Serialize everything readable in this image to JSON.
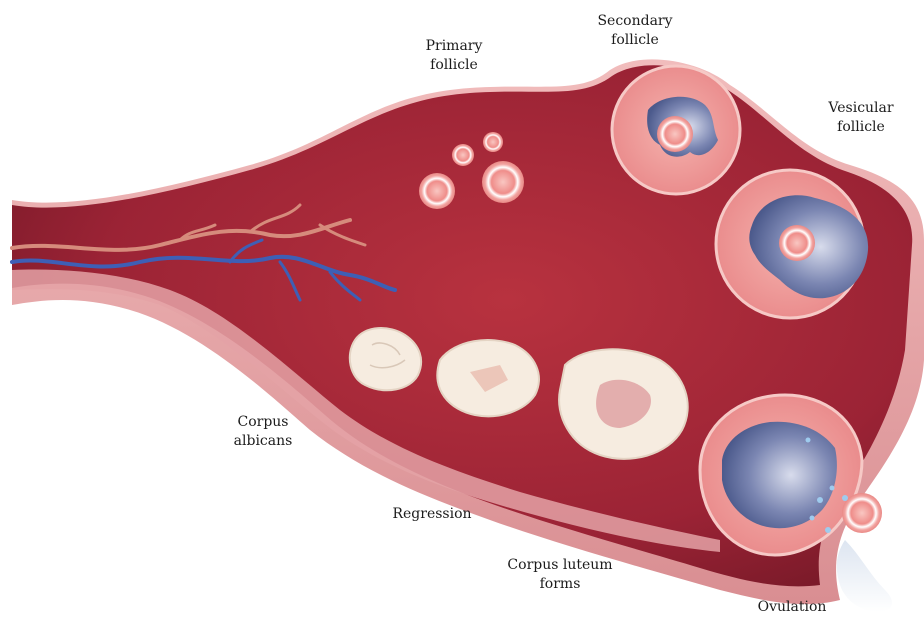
{
  "labels": {
    "primary_follicle": [
      "Primary",
      "follicle"
    ],
    "secondary_follicle": [
      "Secondary",
      "follicle"
    ],
    "vesicular_follicle": [
      "Vesicular",
      "follicle"
    ],
    "corpus_albicans": [
      "Corpus",
      "albicans"
    ],
    "regression": "Regression",
    "corpus_luteum_forms": [
      "Corpus luteum",
      "forms"
    ],
    "ovulation": "Ovulation"
  },
  "colors": {
    "ovary_body": "#a52a3c",
    "ovary_dark": "#8a1d2e",
    "ovary_rim": "#e8a6a8",
    "follicle_fill": "#f2a6a4",
    "antrum": "#5d6b96",
    "oocyte_ring": "#ffffff",
    "corpus_fill": "#f6ece0",
    "vein_blue": "#3e5fb5",
    "artery_pink": "#d68b7c"
  }
}
